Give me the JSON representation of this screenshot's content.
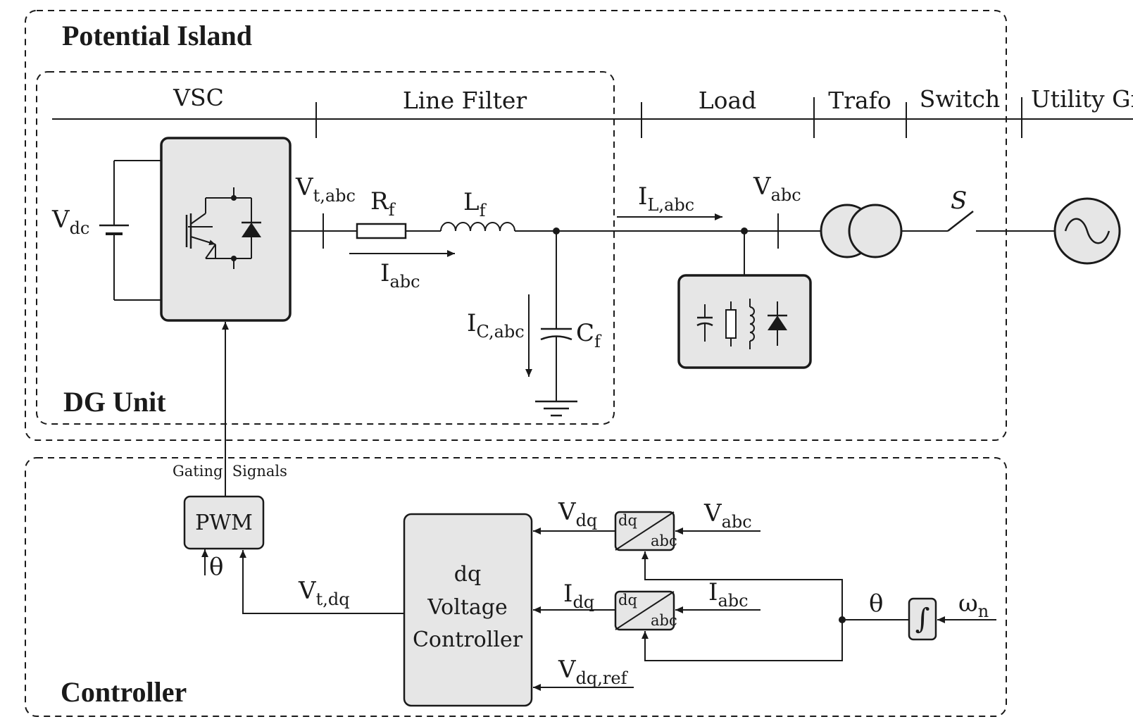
{
  "regions": {
    "potential_island": "Potential Island",
    "dg_unit": "DG Unit",
    "controller": "Controller"
  },
  "sections": [
    "VSC",
    "Line Filter",
    "Load",
    "Trafo",
    "Switch",
    "Utility Grid"
  ],
  "labels": {
    "v_dc": {
      "main": "V",
      "sub": "dc"
    },
    "v_tabc": {
      "main": "V",
      "sub": "t,abc"
    },
    "r_f": {
      "main": "R",
      "sub": "f"
    },
    "l_f": {
      "main": "L",
      "sub": "f"
    },
    "i_abc": {
      "main": "I",
      "sub": "abc"
    },
    "i_cabc": {
      "main": "I",
      "sub": "C,abc"
    },
    "c_f": {
      "main": "C",
      "sub": "f"
    },
    "i_labc": {
      "main": "I",
      "sub": "L,abc"
    },
    "v_abc": {
      "main": "V",
      "sub": "abc"
    },
    "switch_s": "S",
    "gating": "Gating  Signals",
    "pwm_theta": "θ",
    "v_tdq": {
      "main": "V",
      "sub": "t,dq"
    },
    "v_dq": {
      "main": "V",
      "sub": "dq"
    },
    "i_dq": {
      "main": "I",
      "sub": "dq"
    },
    "v_dqref": {
      "main": "V",
      "sub": "dq,ref"
    },
    "ctrl_v_abc": {
      "main": "V",
      "sub": "abc"
    },
    "ctrl_i_abc": {
      "main": "I",
      "sub": "abc"
    },
    "theta": "θ",
    "omega_n": {
      "main": "ω",
      "sub": "n"
    }
  },
  "blocks": {
    "pwm": "PWM",
    "controller_lines": [
      "dq",
      "Voltage",
      "Controller"
    ],
    "transform_top": "dq",
    "transform_bottom": "abc",
    "integrator": "∫"
  },
  "icons": [
    "battery-icon",
    "igbt-diode-icon",
    "resistor-icon",
    "inductor-icon",
    "capacitor-icon",
    "ground-icon",
    "load-elements-icon",
    "transformer-icon",
    "switch-icon",
    "ac-source-icon"
  ]
}
